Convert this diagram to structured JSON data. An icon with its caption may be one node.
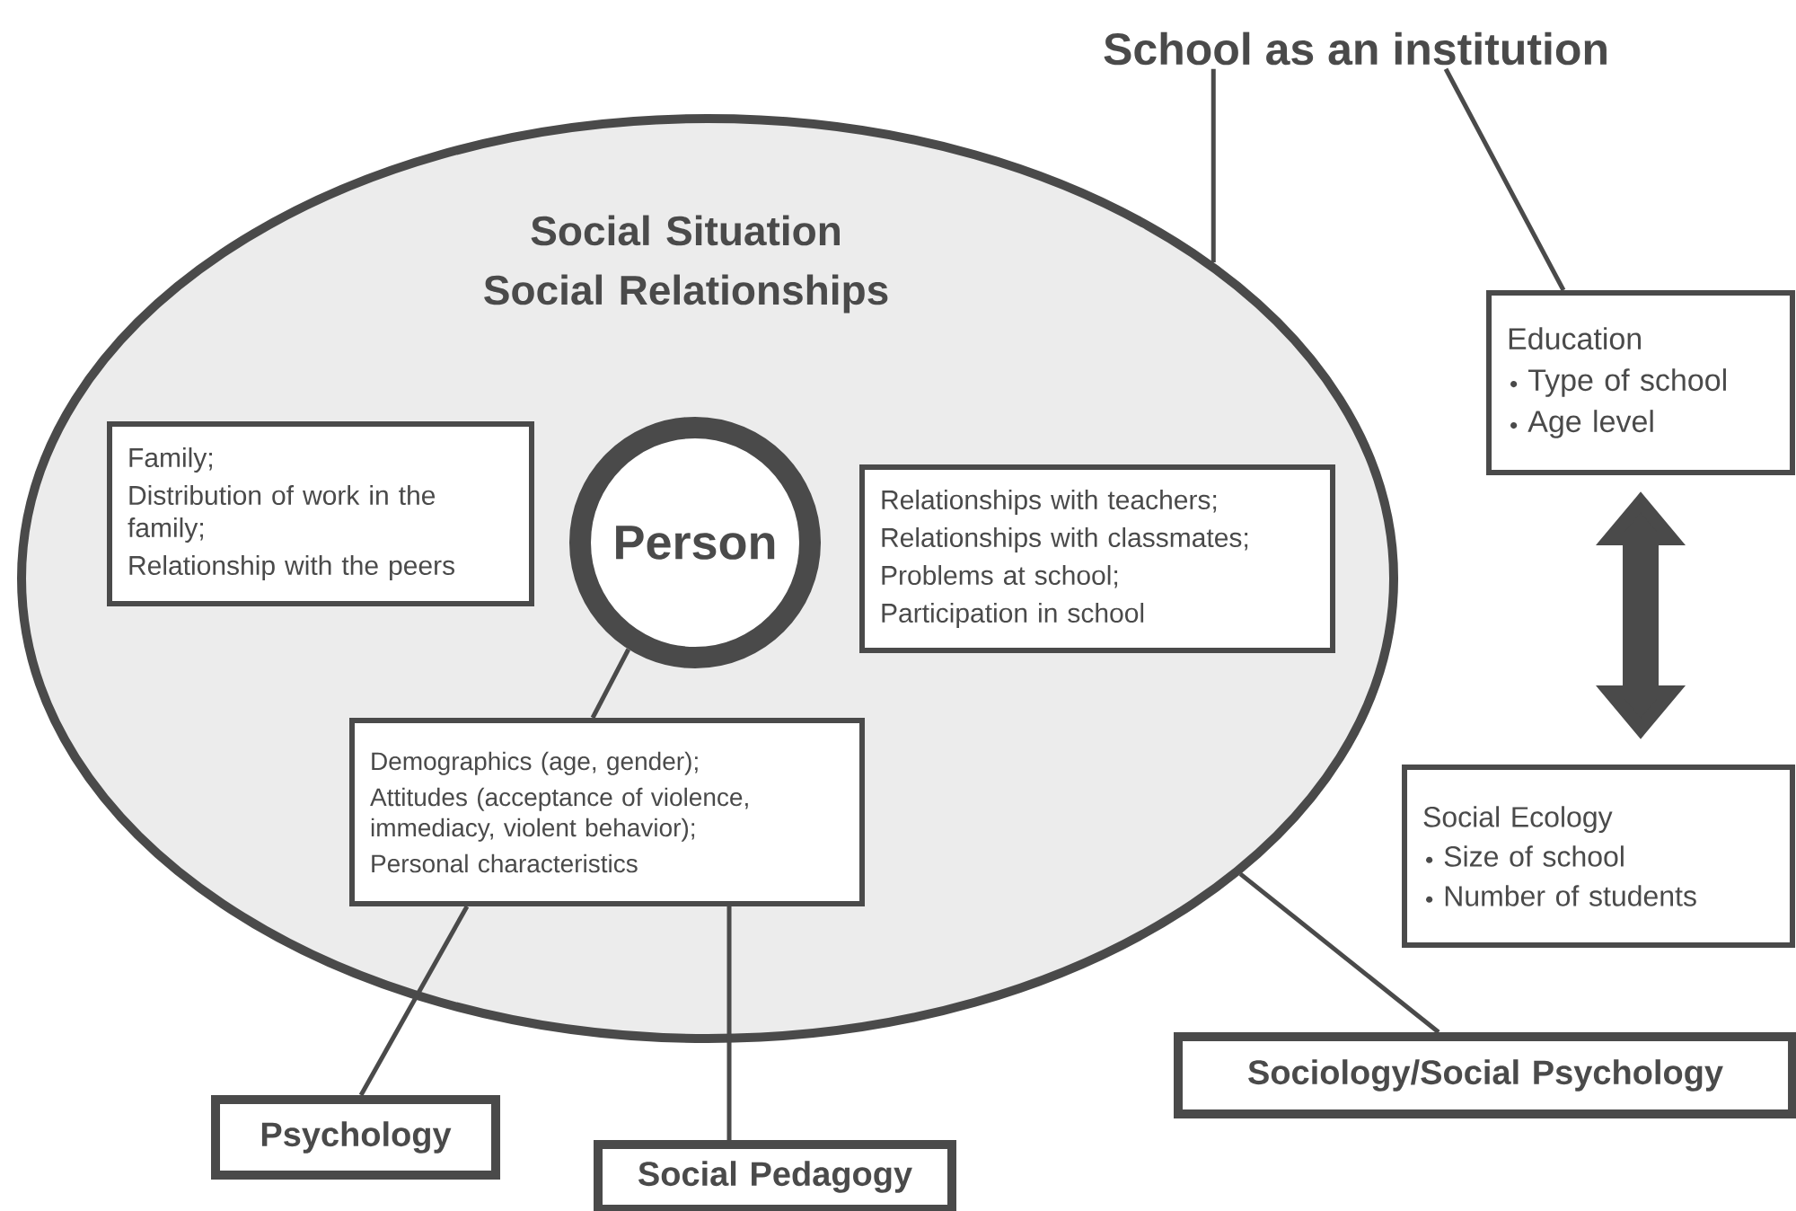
{
  "diagram": {
    "nodes": [
      {
        "text": [
          "Social Situation Social Relationships"
        ]
      },
      {
        "text": [
          "Family;",
          "Distribution of work in the family;",
          "Relationship with the peers"
        ],
        "in": 0
      },
      {
        "text": [
          "Person"
        ],
        "in": 0
      },
      {
        "text": [
          "Relationships with teachers;",
          "Relationships with classmates;",
          "Problems at school;",
          "Participation in school"
        ],
        "in": 0
      },
      {
        "text": [
          "Demographics (age, gender);",
          "Attitudes (acceptance of violence, immediacy, violent behavior);",
          "Personal characteristics"
        ],
        "in": 0
      },
      {
        "text": [
          "School as an institution"
        ]
      },
      {
        "text": [
          "Education",
          "Type of school",
          "Age level"
        ]
      },
      {
        "text": [
          "Social Ecology",
          "Size of school",
          "Number of students"
        ]
      },
      {
        "text": [
          "Psychology"
        ]
      },
      {
        "text": [
          "Social Pedagogy"
        ]
      },
      {
        "text": [
          "Sociology/Social Psychology"
        ]
      }
    ],
    "edges": [
      {
        "from": 5,
        "to": 0,
        "arrow": "none"
      },
      {
        "from": 5,
        "to": 6,
        "arrow": "none"
      },
      {
        "from": 6,
        "to": 7,
        "arrow": "both",
        "style": "thick"
      },
      {
        "from": 2,
        "to": 4,
        "arrow": "none"
      },
      {
        "from": 4,
        "to": 8,
        "arrow": "none"
      },
      {
        "from": 4,
        "to": 9,
        "arrow": "none"
      },
      {
        "from": 0,
        "to": 10,
        "arrow": "none"
      }
    ]
  }
}
